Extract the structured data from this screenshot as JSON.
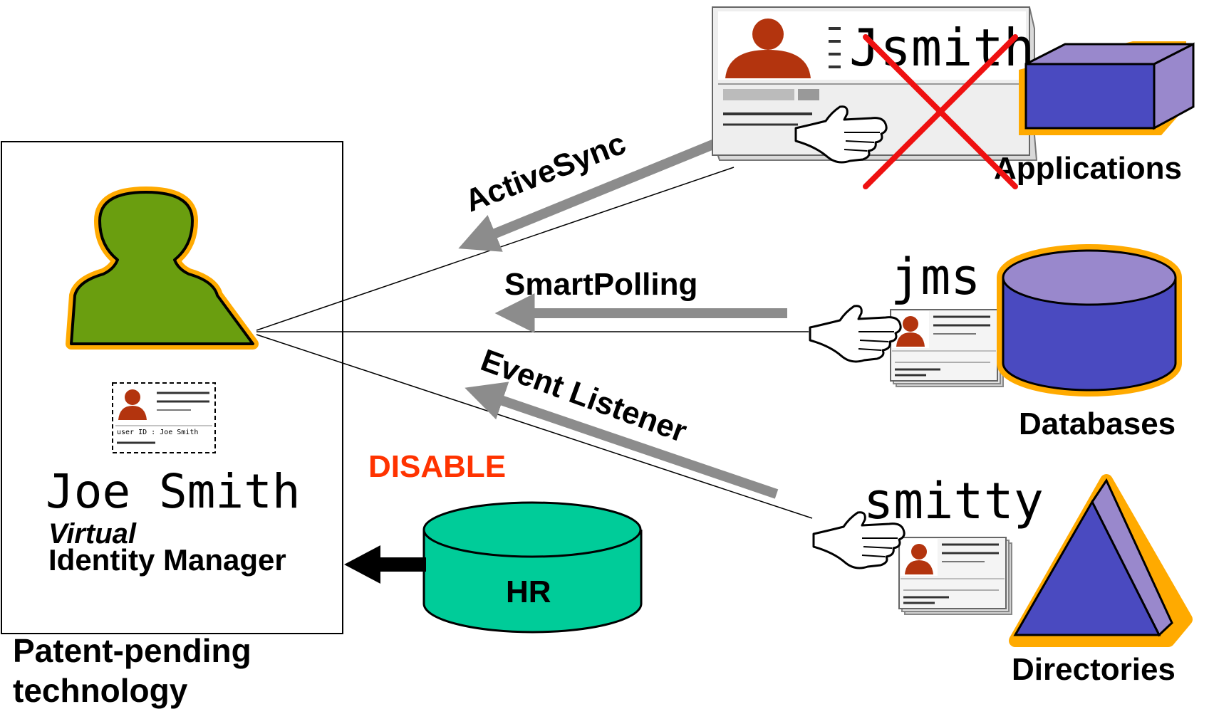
{
  "identity": {
    "name": "Joe Smith",
    "product_line1": "Virtual",
    "product_line2": "Identity Manager"
  },
  "footnote": {
    "line1": "Patent-pending",
    "line2": "technology"
  },
  "sync_methods": {
    "activesync": "ActiveSync",
    "smartpolling": "SmartPolling",
    "event_listener": "Event Listener"
  },
  "action": {
    "label": "DISABLE",
    "color": "#ff3300"
  },
  "hr": {
    "label": "HR",
    "color": "#00cc99"
  },
  "resources": {
    "applications": {
      "label": "Applications",
      "account": "Jsmith"
    },
    "databases": {
      "label": "Databases",
      "account": "jms"
    },
    "directories": {
      "label": "Directories",
      "account": "smitty"
    }
  },
  "badge_text": {
    "user_id": "user ID : Joe Smith"
  },
  "colors": {
    "person": "#6a9e0f",
    "person_halo": "#ffaa00",
    "resource_blue": "#4a4ac0",
    "resource_lavender": "#9988cc",
    "arrow_gray": "#8c8c8c",
    "cross_red": "#ee1111"
  }
}
